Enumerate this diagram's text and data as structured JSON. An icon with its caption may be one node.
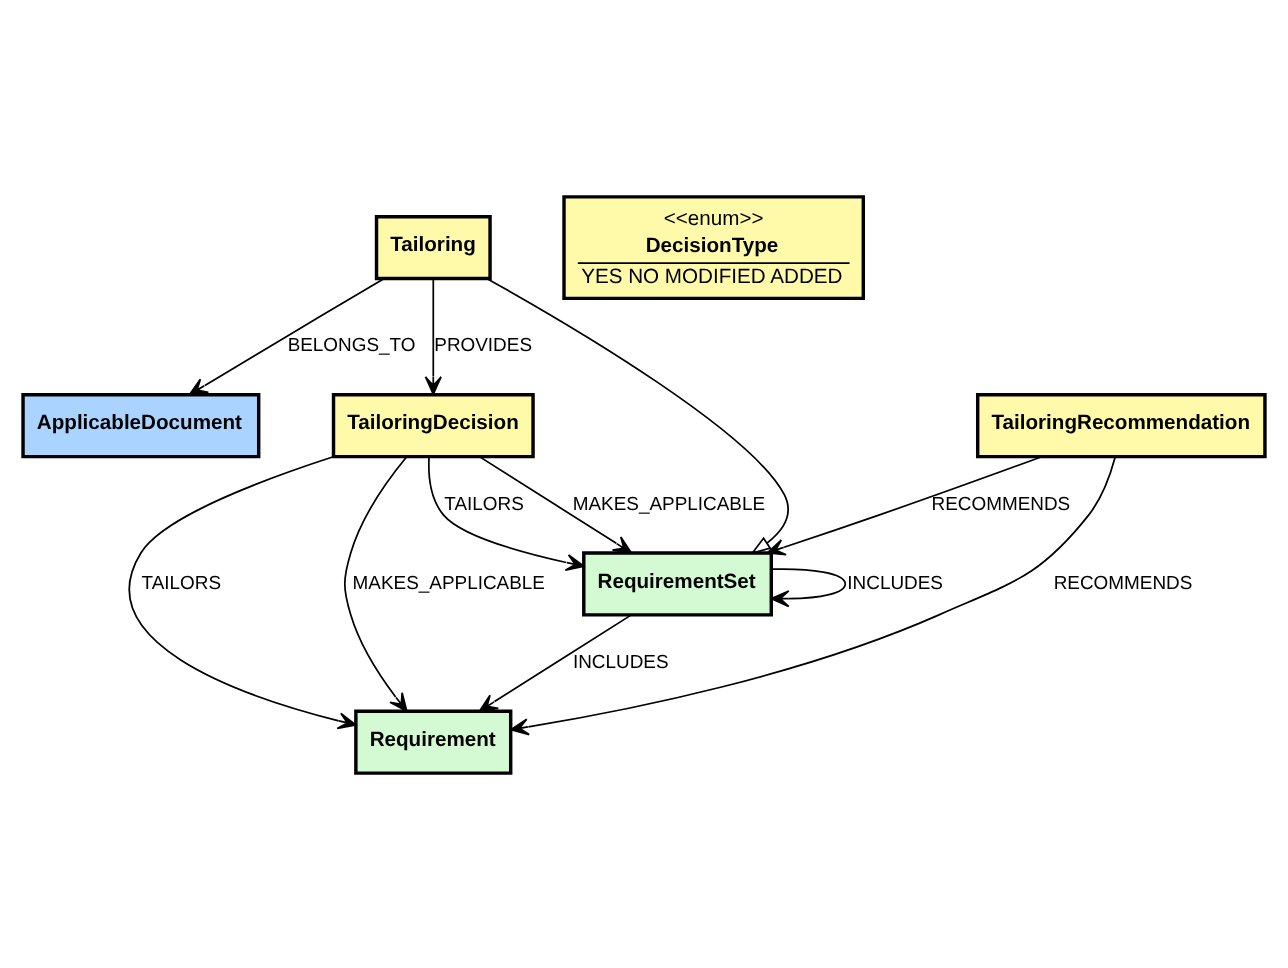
{
  "diagram": {
    "nodes": [
      {
        "text": [
          "ApplicableDocument"
        ]
      },
      {
        "text": [
          "Tailoring"
        ]
      },
      {
        "text": [
          "RequirementSet"
        ]
      },
      {
        "text": [
          "TailoringDecision"
        ]
      },
      {
        "text": [
          "TailoringRecommendation"
        ]
      },
      {
        "text": [
          "Requirement"
        ]
      },
      {
        "text": [
          "<<enum>>",
          "DecisionType",
          "YES NO MODIFIED ADDED"
        ]
      }
    ],
    "edges": [
      {
        "from": 1,
        "to": 0,
        "arrow": "to",
        "label": "BELONGS_TO"
      },
      {
        "from": 1,
        "to": 2,
        "arrow": "to"
      },
      {
        "from": 2,
        "to": 2,
        "arrow": "to",
        "label": "INCLUDES"
      },
      {
        "from": 3,
        "to": 2,
        "arrow": "to",
        "label": "MAKES_APPLICABLE"
      },
      {
        "from": 3,
        "to": 2,
        "arrow": "to",
        "label": "TAILORS"
      },
      {
        "from": 1,
        "to": 3,
        "arrow": "to",
        "label": "PROVIDES"
      },
      {
        "from": 4,
        "to": 2,
        "arrow": "to",
        "label": "RECOMMENDS"
      },
      {
        "from": 2,
        "to": 5,
        "arrow": "to",
        "label": "INCLUDES"
      },
      {
        "from": 4,
        "to": 5,
        "arrow": "to",
        "label": "RECOMMENDS"
      },
      {
        "from": 3,
        "to": 5,
        "arrow": "to",
        "label": "TAILORS"
      },
      {
        "from": 3,
        "to": 5,
        "arrow": "to",
        "label": "MAKES_APPLICABLE"
      }
    ]
  }
}
